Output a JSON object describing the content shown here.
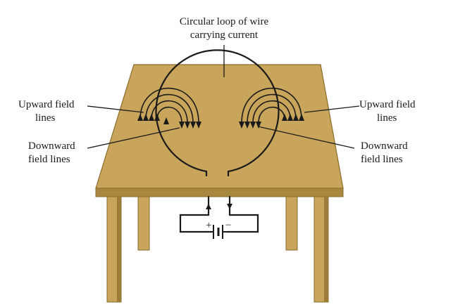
{
  "labels": {
    "loop_line1": "Circular loop of wire",
    "loop_line2": "carrying current",
    "upward_left_1": "Upward field",
    "upward_left_2": "lines",
    "downward_left_1": "Downward",
    "downward_left_2": "field lines",
    "upward_right_1": "Upward field",
    "upward_right_2": "lines",
    "downward_right_1": "Downward",
    "downward_right_2": "field lines",
    "battery_plus": "+",
    "battery_minus": "−"
  },
  "colors": {
    "table_top": "#c8a55a",
    "table_edge": "#a8873f",
    "table_leg": "#c8a55a",
    "table_leg_dark": "#9c7c38",
    "line": "#1a1a1a"
  }
}
